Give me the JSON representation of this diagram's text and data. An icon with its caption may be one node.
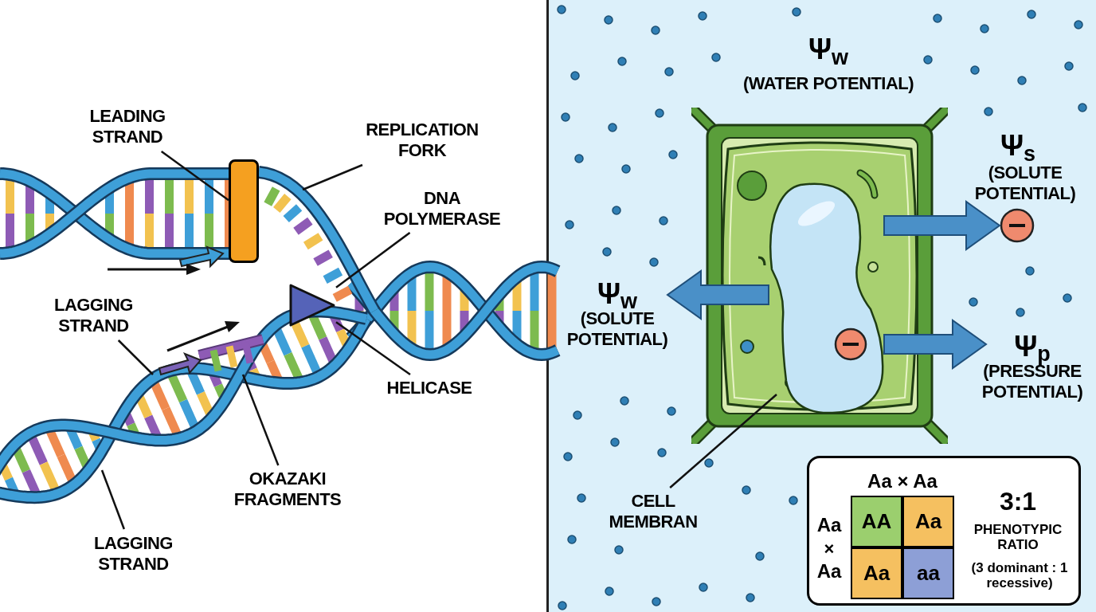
{
  "diagram": {
    "nodes": [
      {
        "text": [
          "LEADING STRAND"
        ]
      },
      {
        "text": [],
        "shape": "box"
      },
      {
        "text": [
          "REPLICATION FORK"
        ]
      },
      {
        "text": [
          "DNA POLYMERASE"
        ]
      },
      {
        "text": [],
        "shape": "triangle"
      },
      {
        "text": [
          "HELICASE"
        ]
      },
      {
        "text": [
          "LAGGING STRAND"
        ]
      },
      {
        "text": [
          "OKAZAKI FRAGMENTS"
        ]
      },
      {
        "text": [
          "LAGGING STRAND"
        ]
      },
      {
        "text": [],
        "shape": "picture"
      },
      {
        "text": [],
        "shape": "picture",
        "in": 9
      },
      {
        "text": [
          "Ψ$_{w}$",
          "(SOLUTE POTENTIAL)"
        ]
      },
      {
        "text": [],
        "shape": "circle",
        "beside": [
          "Ψ$_{s}$",
          "(SOLUTE POTENTIAL)"
        ]
      },
      {
        "text": [
          "Ψ$_{p}$",
          "(PRESSURE POTENTIAL)"
        ]
      },
      {
        "text": [
          "CELL MEMBRAN"
        ]
      },
      {
        "text": [
          "Aa × Aa",
          "Aa",
          "×",
          "Aa",
          "3:1",
          "PHENOTYPIC RATIO",
          "(3 dominant : 1 recessive)"
        ]
      },
      {
        "text": [
          "AA"
        ],
        "in": 15
      },
      {
        "text": [
          "Aa"
        ],
        "in": 15
      },
      {
        "text": [
          "Aa"
        ],
        "in": 15
      },
      {
        "text": [
          "aa"
        ],
        "in": 15
      }
    ],
    "edges": [
      {
        "from": 0,
        "to": 1,
        "arrow": "none"
      },
      {
        "from": 2,
        "to": null,
        "arrow": "none"
      },
      {
        "from": 3,
        "to": 4,
        "arrow": "none"
      },
      {
        "from": 5,
        "to": 4,
        "arrow": "none"
      },
      {
        "from": 6,
        "to": null,
        "arrow": "none"
      },
      {
        "from": 7,
        "to": null,
        "arrow": "none"
      },
      {
        "from": 8,
        "to": null,
        "arrow": "none"
      },
      {
        "from": 10,
        "to": 11,
        "arrow": "to",
        "style": "thick",
        "color": "#4a90c8"
      },
      {
        "from": 10,
        "to": 12,
        "arrow": "to",
        "style": "thick",
        "color": "#4a90c8"
      },
      {
        "from": 10,
        "to": 13,
        "arrow": "to",
        "style": "thick",
        "color": "#4a90c8"
      },
      {
        "from": 14,
        "to": 9,
        "arrow": "none"
      }
    ],
    "labels": [
      "Ψ$_{w}$",
      "(WATER POTENTIAL)"
    ]
  }
}
